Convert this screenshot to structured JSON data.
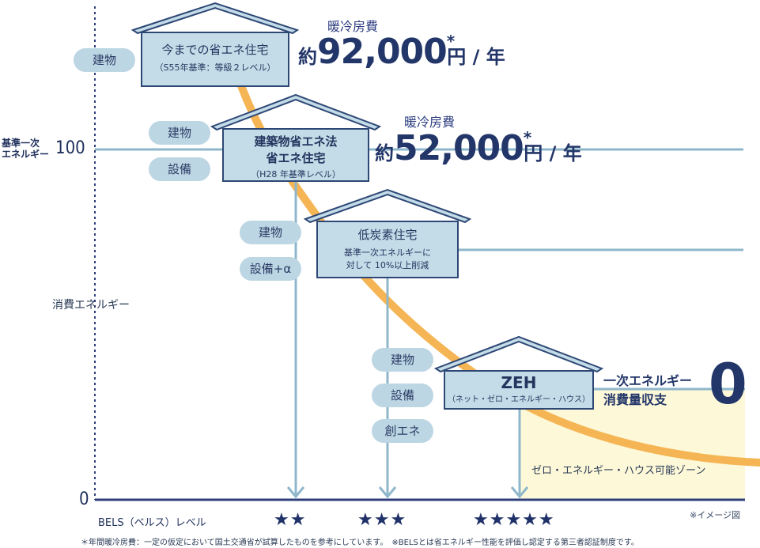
{
  "axis": {
    "ylabel": "消費エネルギー",
    "baseline_label_line1": "基準一次",
    "baseline_label_line2": "エネルギー",
    "tick_100": "100",
    "tick_0": "0",
    "bels_label": "BELS（ベルス）レベル",
    "image_note": "※イメージ図"
  },
  "houses": [
    {
      "title": "今までの省エネ住宅",
      "sub": "（S55年基準：等級２レベル）",
      "pills": [
        "建物"
      ]
    },
    {
      "title_line1": "建築物省エネ法",
      "title_line2": "省エネ住宅",
      "sub": "（H28 年基準レベル）",
      "pills": [
        "建物",
        "設備"
      ],
      "stars": "★★"
    },
    {
      "title": "低炭素住宅",
      "sub_line1": "基準一次エネルギーに",
      "sub_line2": "対して 10%以上削減",
      "pills": [
        "建物",
        "設備+α"
      ],
      "stars": "★★★"
    },
    {
      "title": "ZEH",
      "sub": "（ネット・ゼロ・エネルギー・ハウス）",
      "pills": [
        "建物",
        "設備",
        "創エネ"
      ],
      "stars": "★★★★★"
    }
  ],
  "costs": [
    {
      "label": "暖冷房費",
      "prefix": "約",
      "value": "92,000",
      "asterisk": "*",
      "unit": "円 / 年"
    },
    {
      "label": "暖冷房費",
      "prefix": "約",
      "value": "52,000",
      "asterisk": "*",
      "unit": "円 / 年"
    }
  ],
  "zeh": {
    "balance_line1": "一次エネルギー",
    "balance_line2": "消費量収支",
    "zero": "0",
    "zone_label": "ゼロ・エネルギー・ハウス可能ゾーン"
  },
  "footnote": "＊年間暖冷房費：一定の仮定において国土交通省が試算したものを参考にしています。　※BELSとは省エネルギー性能を評価し認定する第三者認証制度です。",
  "colors": {
    "navy": "#2e3f7c",
    "line": "#8fb7cb",
    "curve": "#f5b555",
    "zone": "#fdf8d8",
    "house_fill": "#c4dce8",
    "pill": "#bcd6e3"
  }
}
